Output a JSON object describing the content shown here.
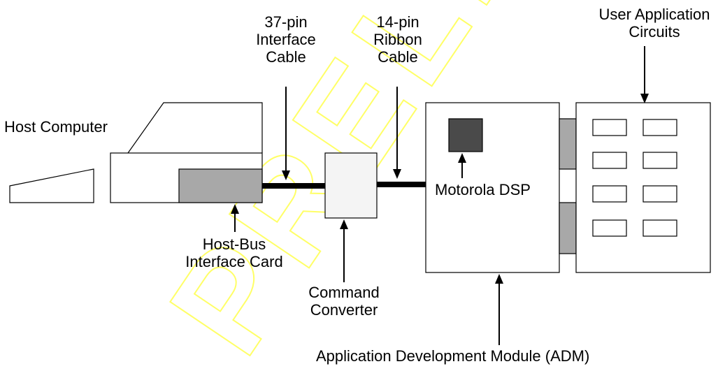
{
  "labels": {
    "host_computer": "Host Computer",
    "pin37_line1": "37-pin",
    "pin37_line2": "Interface",
    "pin37_line3": "Cable",
    "pin14_line1": "14-pin",
    "pin14_line2": "Ribbon",
    "pin14_line3": "Cable",
    "user_app_line1": "User Application",
    "user_app_line2": "Circuits",
    "host_bus_line1": "Host-Bus",
    "host_bus_line2": "Interface Card",
    "command_line1": "Command",
    "command_line2": "Converter",
    "motorola_dsp": "Motorola DSP",
    "adm": "Application Development Module (ADM)"
  },
  "watermark": {
    "text": "PRELIMINARY",
    "color": "#ffff66"
  },
  "colors": {
    "interface_card": "#a8a8a8",
    "dsp_chip": "#4a4a4a",
    "converter": "#f4f4f4",
    "connectors": "#a8a8a8",
    "cable": "#000000"
  }
}
